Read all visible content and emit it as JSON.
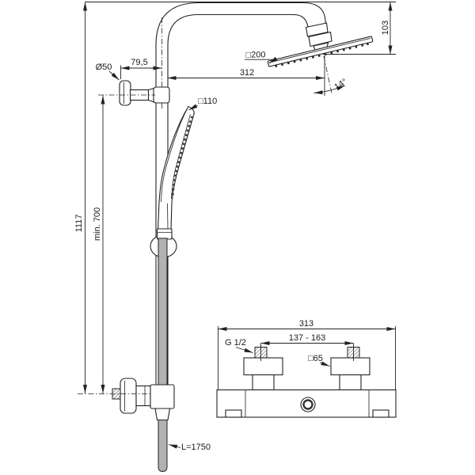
{
  "drawing": {
    "type": "technical-dimension-drawing",
    "subject": "shower-system-with-thermostatic-mixer",
    "background": "#ffffff",
    "line_color": "#222222",
    "hose_color": "#b2b2b2",
    "main_view": {
      "overall_height": "1117",
      "min_install_height": "min. 700",
      "bracket_diameter": "Ø50",
      "wall_to_riser": "79,5",
      "hand_shower_size": "□110",
      "head_shower_size": "□200",
      "riser_to_head": "312",
      "head_drop": "103",
      "head_angle": "14°",
      "hose_length": "L=1750"
    },
    "mixer_view": {
      "overall_width": "313",
      "connection_spacing": "137 - 163",
      "thread_size": "G 1/2",
      "escutcheon_size": "□65"
    }
  }
}
